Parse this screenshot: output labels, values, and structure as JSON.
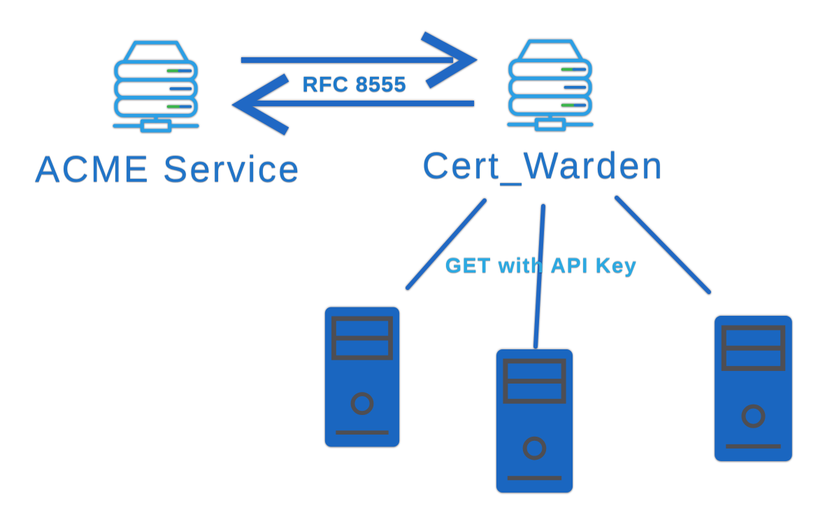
{
  "diagram": {
    "nodes": {
      "acme": {
        "label": "ACME Service",
        "icon": "server-stack-icon"
      },
      "cert_warden": {
        "label": "Cert_Warden",
        "icon": "server-stack-icon"
      },
      "clients": [
        {
          "icon": "computer-tower-icon"
        },
        {
          "icon": "computer-tower-icon"
        },
        {
          "icon": "computer-tower-icon"
        }
      ]
    },
    "edges": {
      "acme_cert": {
        "label": "RFC 8555",
        "type": "bidirectional-arrows"
      },
      "cert_clients": {
        "label": "GET with API Key",
        "type": "fan-out-lines",
        "line_count": 3
      }
    },
    "colors": {
      "node_title_blue": "#2074C8",
      "arrow_blue": "#2068C4",
      "rfc_label_blue": "#1C79CB",
      "api_label_blue": "#2BA9E2",
      "icon_light_blue": "#2B9FE5",
      "tower_blue": "#1A66C0",
      "tower_detail_gray": "#4E4E53",
      "indicator_green": "#3AB54A"
    }
  }
}
